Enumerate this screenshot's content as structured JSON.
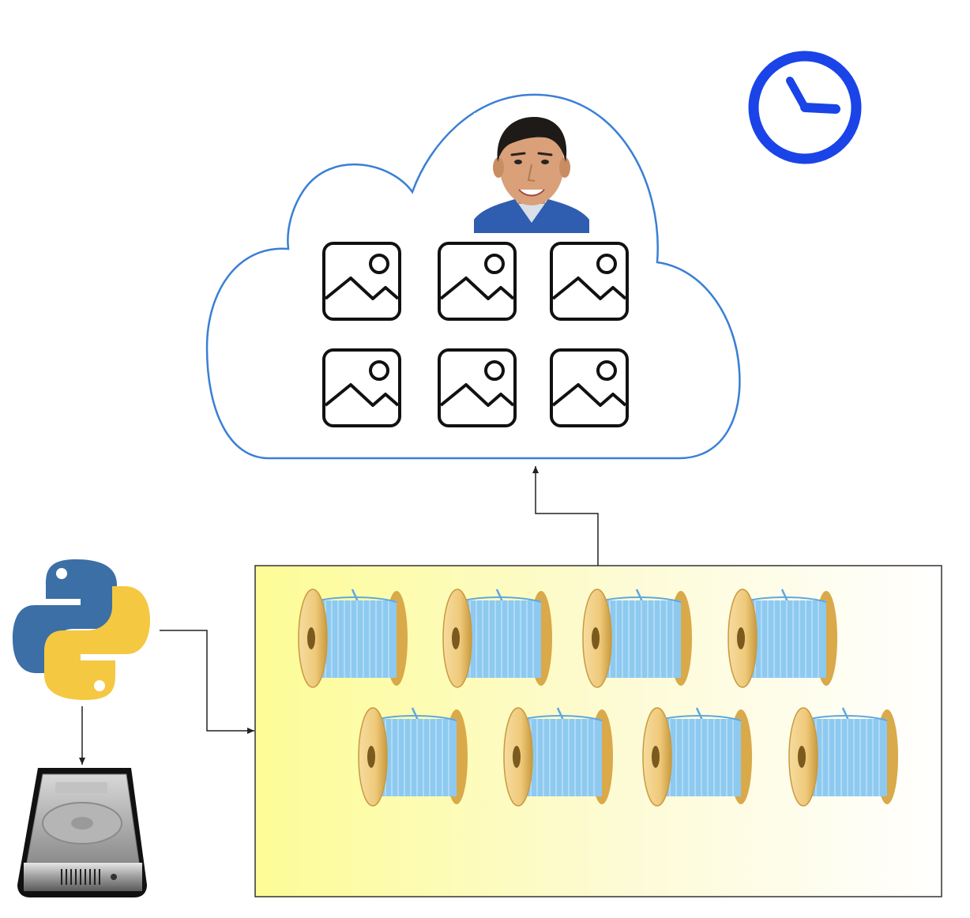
{
  "diagram": {
    "nodes": [
      {
        "id": "cloud",
        "icon": "cloud-icon",
        "contains": [
          "person-photo",
          "image-icon",
          "image-icon",
          "image-icon",
          "image-icon",
          "image-icon",
          "image-icon"
        ]
      },
      {
        "id": "clock",
        "icon": "clock-icon"
      },
      {
        "id": "python",
        "icon": "python-logo-icon"
      },
      {
        "id": "hard-drive",
        "icon": "hard-drive-icon"
      },
      {
        "id": "threads-box",
        "icon": "thread-spool-icon",
        "spool_count": 8
      }
    ],
    "edges": [
      {
        "from": "python",
        "to": "hard-drive"
      },
      {
        "from": "python",
        "to": "threads-box"
      },
      {
        "from": "threads-box",
        "to": "cloud"
      }
    ],
    "image_icon_count": 6
  },
  "colors": {
    "cloud_stroke": "#3a7fd5",
    "clock_blue": "#1a44e8",
    "python_blue": "#3b6fa6",
    "python_yellow": "#f5c842",
    "spool_wood": "#f0cc82",
    "thread_blue": "#8ecaf0",
    "box_gradient_start": "#fdfc96",
    "box_gradient_end": "#ffffff",
    "connector": "#222222"
  }
}
